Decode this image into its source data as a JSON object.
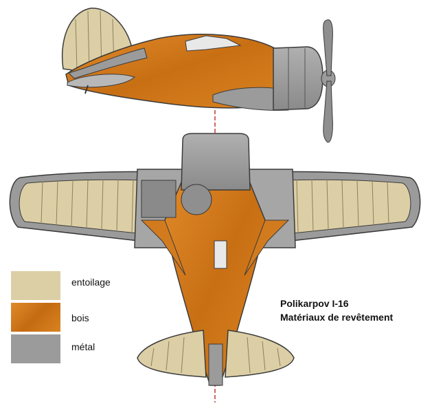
{
  "title": {
    "line1": "Polikarpov I-16",
    "line2": "Matériaux de revêtement"
  },
  "legend": [
    {
      "label": "entoilage",
      "color": "#dccfa6"
    },
    {
      "label": "bois",
      "color": "#d27b1e"
    },
    {
      "label": "métal",
      "color": "#9b9b9b"
    }
  ],
  "colors": {
    "fabric": "#dccfa6",
    "wood": "#d27b1e",
    "metal": "#9b9b9b",
    "outline": "#3a3a3a",
    "centerline": "#c0392b"
  }
}
